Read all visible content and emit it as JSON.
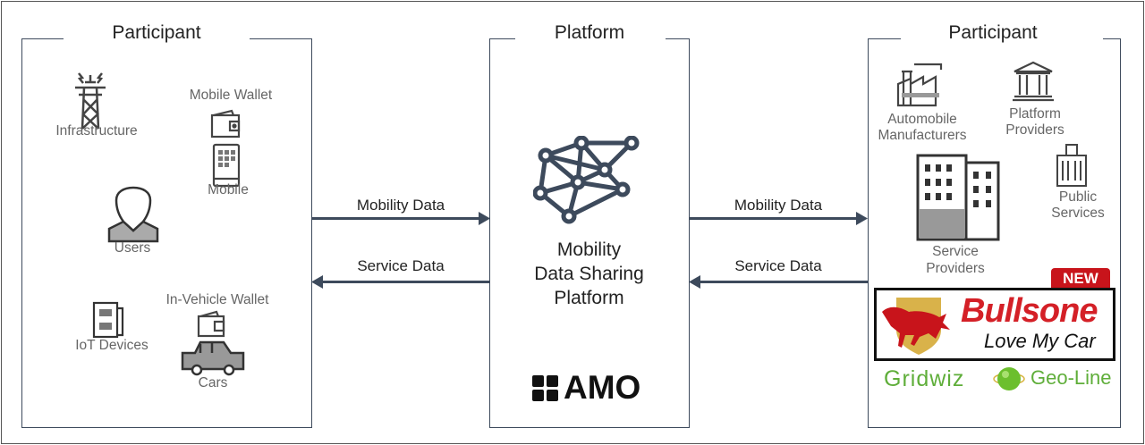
{
  "left": {
    "title": "Participant",
    "items": {
      "infrastructure": "Infrastructure",
      "mobile_wallet": "Mobile Wallet",
      "mobile": "Mobile",
      "users": "Users",
      "iot": "IoT Devices",
      "in_vehicle_wallet": "In-Vehicle Wallet",
      "cars": "Cars"
    }
  },
  "center": {
    "title": "Platform",
    "name_lines": [
      "Mobility",
      "Data Sharing",
      "Platform"
    ],
    "logo": "AMO"
  },
  "right": {
    "title": "Participant",
    "items": {
      "auto_line1": "Automobile",
      "auto_line2": "Manufacturers",
      "platform_line1": "Platform",
      "platform_line2": "Providers",
      "public_line1": "Public",
      "public_line2": "Services",
      "service_line1": "Service",
      "service_line2": "Providers"
    },
    "badge": "NEW",
    "bullsone": "Bullsone",
    "bullsone_tagline": "Love My Car",
    "gridwiz": "Gridwiz",
    "geoline": "Geo-Line"
  },
  "flows": {
    "mobility": "Mobility Data",
    "service": "Service Data"
  },
  "colors": {
    "line": "#3d4a5c",
    "red": "#d42027",
    "green": "#5fae3a"
  }
}
